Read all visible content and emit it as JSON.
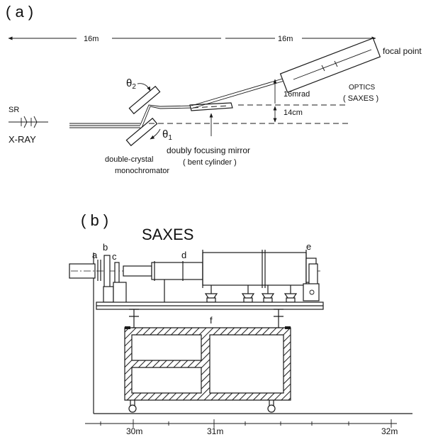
{
  "panel_a": {
    "label": "( a )",
    "dist_left": "16m",
    "dist_right": "16m",
    "focal_point": "focal point",
    "optics_line1": "OPTICS",
    "optics_line2": "( SAXES )",
    "angle_top": "θ",
    "angle_top_sub": "2",
    "angle_bottom": "θ",
    "angle_bottom_sub": "1",
    "mrad": "16mrad",
    "offset": "14cm",
    "sr": "SR",
    "xray": "X-RAY",
    "mirror_line1": "doubly focusing mirror",
    "mirror_line2": "( bent cylinder )",
    "mono_line1": "double-crystal",
    "mono_line2": "monochromator"
  },
  "panel_b": {
    "label": "( b )",
    "title": "SAXES",
    "part_a": "a",
    "part_b": "b",
    "part_c": "c",
    "part_d": "d",
    "part_e": "e",
    "part_f": "f",
    "scale": [
      "30m",
      "31m",
      "32m"
    ]
  }
}
